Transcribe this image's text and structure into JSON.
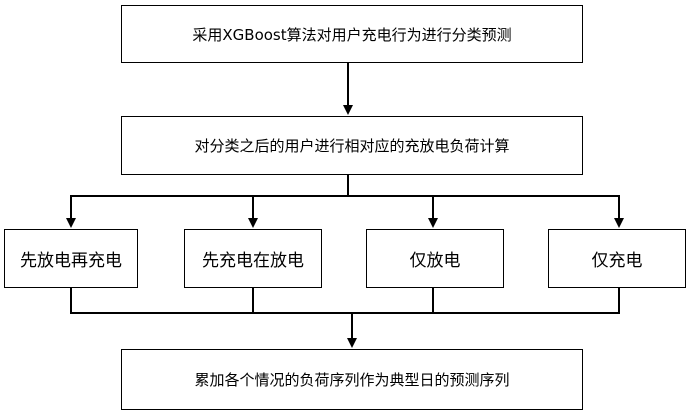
{
  "diagram": {
    "step1": "采用XGBoost算法对用户充电行为进行分类预测",
    "step2": "对分类之后的用户进行相对应的充放电负荷计算",
    "categories": [
      "先放电再充电",
      "先充电在放电",
      "仅放电",
      "仅充电"
    ],
    "step3": "累加各个情况的负荷序列作为典型日的预测序列"
  },
  "colors": {
    "line": "#000000",
    "box_border": "#000000",
    "background": "#ffffff"
  }
}
